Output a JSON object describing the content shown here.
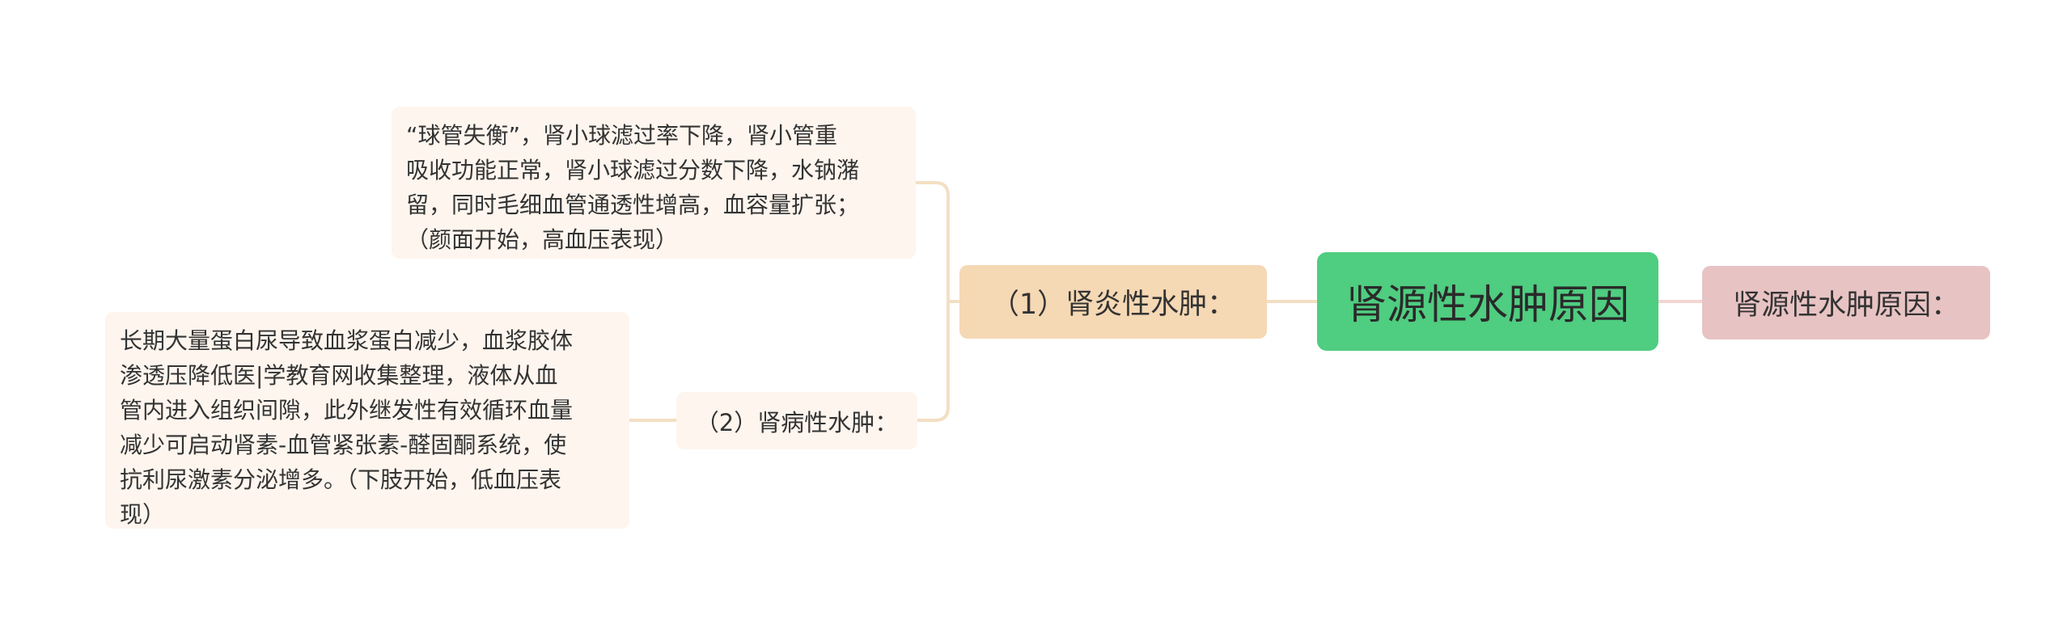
{
  "mindmap": {
    "center": {
      "label": "肾源性水肿原因"
    },
    "right_node": {
      "label": "肾源性水肿原因："
    },
    "branches": [
      {
        "label": "（1）肾炎性水肿：",
        "detail": "“球管失衡”，肾小球滤过率下降，肾小管重\n吸收功能正常，肾小球滤过分数下降，水钠潴\n留，同时毛细血管通透性增高，血容量扩张；\n（颜面开始，高血压表现）"
      },
      {
        "label": "（2）肾病性水肿：",
        "detail": "长期大量蛋白尿导致血浆蛋白减少，血浆胶体\n渗透压降低医|学教育网收集整理，液体从血\n管内进入组织间隙，此外继发性有效循环血量\n减少可启动肾素-血管紧张素-醛固酮系统，使\n抗利尿激素分泌增多。（下肢开始，低血压表\n现）"
      }
    ],
    "colors": {
      "center": "#4fcd80",
      "right_node": "#e8c3c3",
      "branch_primary": "#f5d8b4",
      "secondary_bg": "#fdf5ee",
      "connector_center": "#f2d6d4",
      "connector_branch": "#f3dfc3"
    }
  }
}
